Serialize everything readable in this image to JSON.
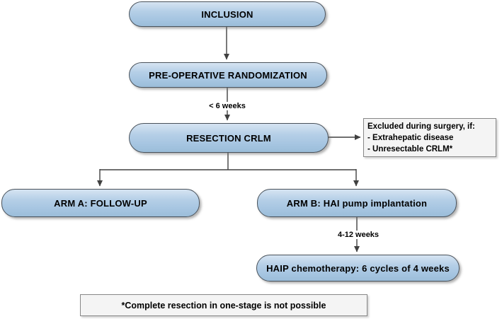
{
  "diagram": {
    "title_implicit": "Trial flowchart",
    "nodes": {
      "inclusion": {
        "label": "INCLUSION"
      },
      "preop": {
        "label": "PRE-OPERATIVE RANDOMIZATION"
      },
      "resection": {
        "label": "RESECTION CRLM"
      },
      "arm_a": {
        "label": "ARM A: FOLLOW-UP"
      },
      "arm_b": {
        "label": "ARM B: HAI pump implantation"
      },
      "haip": {
        "label": "HAIP chemotherapy: 6 cycles of 4 weeks"
      }
    },
    "edge_labels": {
      "preop_to_resection": "< 6 weeks",
      "armb_to_haip": "4-12 weeks"
    },
    "exclusion_note": {
      "lines": [
        "Excluded during surgery, if:",
        "- Extrahepatic disease",
        "- Unresectable CRLM*"
      ]
    },
    "footnote": {
      "label": "*Complete resection in one-stage is not possible"
    },
    "colors": {
      "node_fill_light": "#d6e4f2",
      "node_fill_dark": "#9bbdd9",
      "node_border": "#49525b",
      "arrow_line": "#404040",
      "note_fill": "#f4f4f4",
      "note_border": "#878787",
      "text": "#000000",
      "background": "#ffffff"
    }
  }
}
